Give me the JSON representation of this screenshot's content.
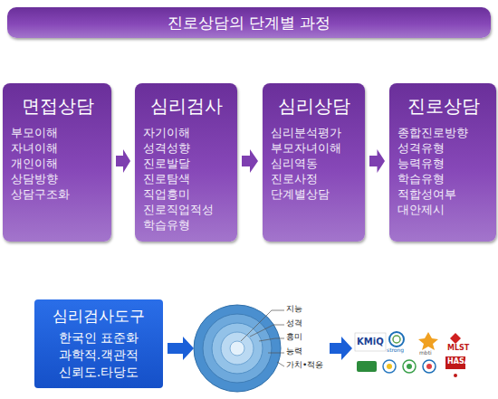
{
  "diagram": {
    "nodes": [
      {
        "text": [
          "진로상담의 단계별 과정"
        ]
      },
      {
        "text": [
          "면접상담",
          "부모이해",
          "자녀이해",
          "개인이해",
          "상담방향",
          "상담구조화"
        ]
      },
      {
        "text": [
          "심리검사",
          "자기이해",
          "성격성향",
          "진로발달",
          "진로탐색",
          "직업흥미",
          "진로직업적성",
          "학습유형"
        ]
      },
      {
        "text": [
          "심리상담",
          "심리분석평가",
          "부모자녀이해",
          "심리역동",
          "진로사정",
          "단계별상담"
        ]
      },
      {
        "text": [
          "진로상담",
          "종합진로방향",
          "성격유형",
          "능력유형",
          "학습유형",
          "적합성여부",
          "대안제시"
        ]
      },
      {
        "text": [
          "심리검사도구",
          "한국인 표준화",
          "과학적.객관적",
          "신뢰도.타당도"
        ]
      }
    ],
    "edges": [
      {
        "from": 1,
        "to": 2,
        "arrow": "to"
      },
      {
        "from": 2,
        "to": 3,
        "arrow": "to"
      },
      {
        "from": 3,
        "to": 4,
        "arrow": "to"
      }
    ],
    "labels": [
      "지능",
      "성격",
      "흥미",
      "능력",
      "가치•적응",
      "KMiQ",
      "strong",
      "mbti",
      "MLST",
      "HASA"
    ]
  }
}
